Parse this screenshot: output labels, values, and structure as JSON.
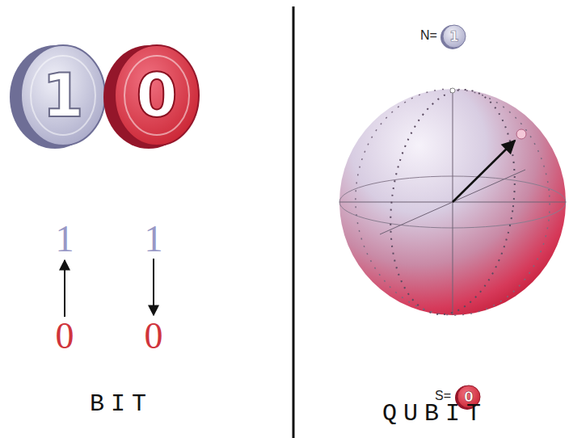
{
  "diagram": {
    "nodes": [
      {
        "text": [
          "1"
        ]
      },
      {
        "text": [
          "0"
        ]
      },
      {
        "text": [
          "N=",
          "1"
        ]
      },
      {
        "text": [
          "S=",
          "0"
        ]
      }
    ],
    "labels": [
      "1",
      "1",
      "0",
      "0",
      "BIT",
      "QUBIT"
    ]
  }
}
